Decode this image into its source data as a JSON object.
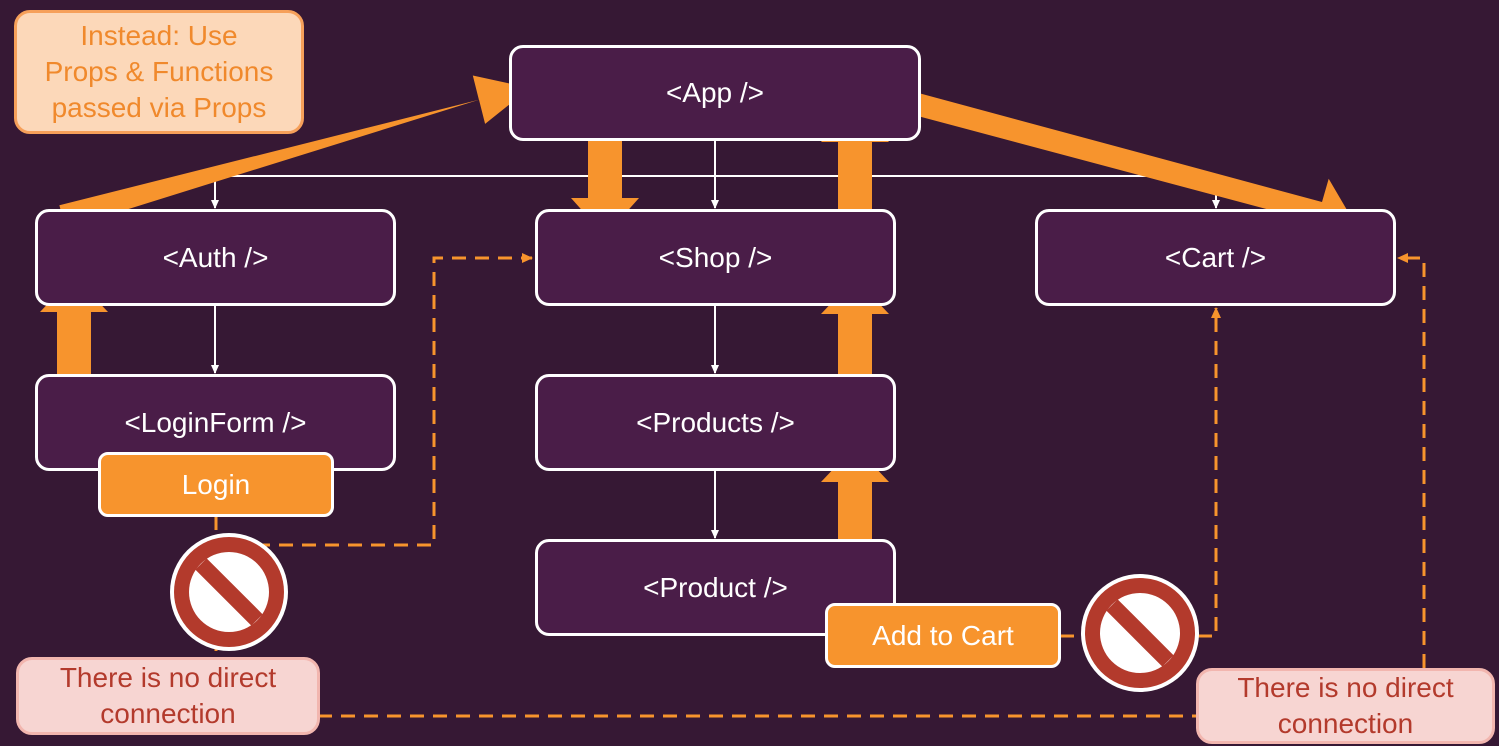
{
  "nodes": {
    "app": "<App />",
    "auth": "<Auth />",
    "shop": "<Shop />",
    "cart": "<Cart />",
    "login_form": "<LoginForm />",
    "products": "<Products />",
    "product": "<Product />"
  },
  "buttons": {
    "login": "Login",
    "add_to_cart": "Add to Cart"
  },
  "callouts": {
    "instead": [
      "Instead: Use",
      "Props & Functions",
      "passed via Props"
    ],
    "no_connection_left": [
      "There is no direct",
      "connection"
    ],
    "no_connection_right": [
      "There is no direct",
      "connection"
    ]
  },
  "icons": [
    "no-entry-icon",
    "no-entry-icon"
  ],
  "colors": {
    "background": "#361834",
    "node_fill": "#4a1d48",
    "accent_orange": "#f7942d",
    "ban_red": "#b33a2c"
  }
}
